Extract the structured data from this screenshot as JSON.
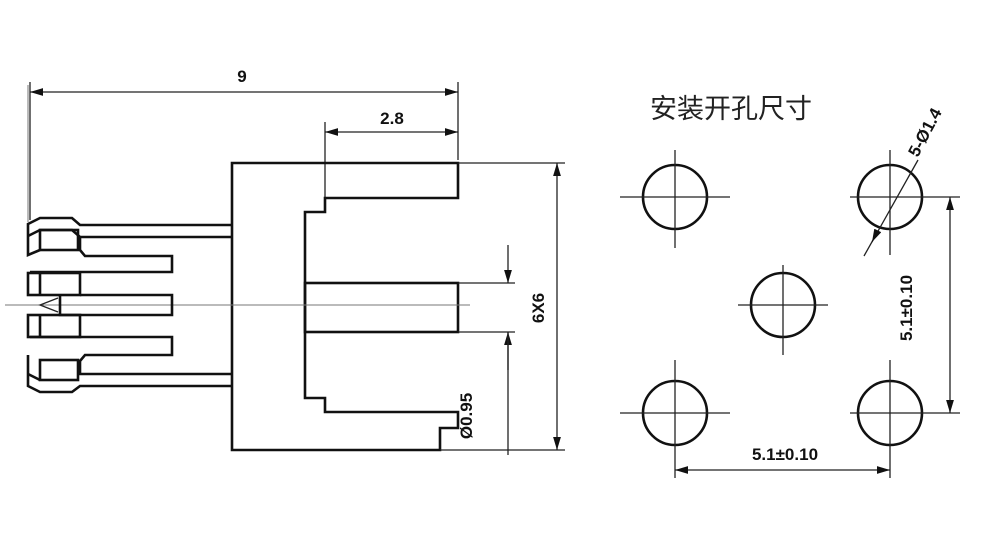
{
  "side_view": {
    "overall_length": "9",
    "pin_length": "2.8",
    "body_size": "6X6",
    "pin_diameter": "Ø0.95"
  },
  "hole_pattern": {
    "title": "安装开孔尺寸",
    "hole_spec": "5-Ø1.4",
    "vertical_spacing": "5.1±0.10",
    "horizontal_spacing": "5.1±0.10"
  }
}
